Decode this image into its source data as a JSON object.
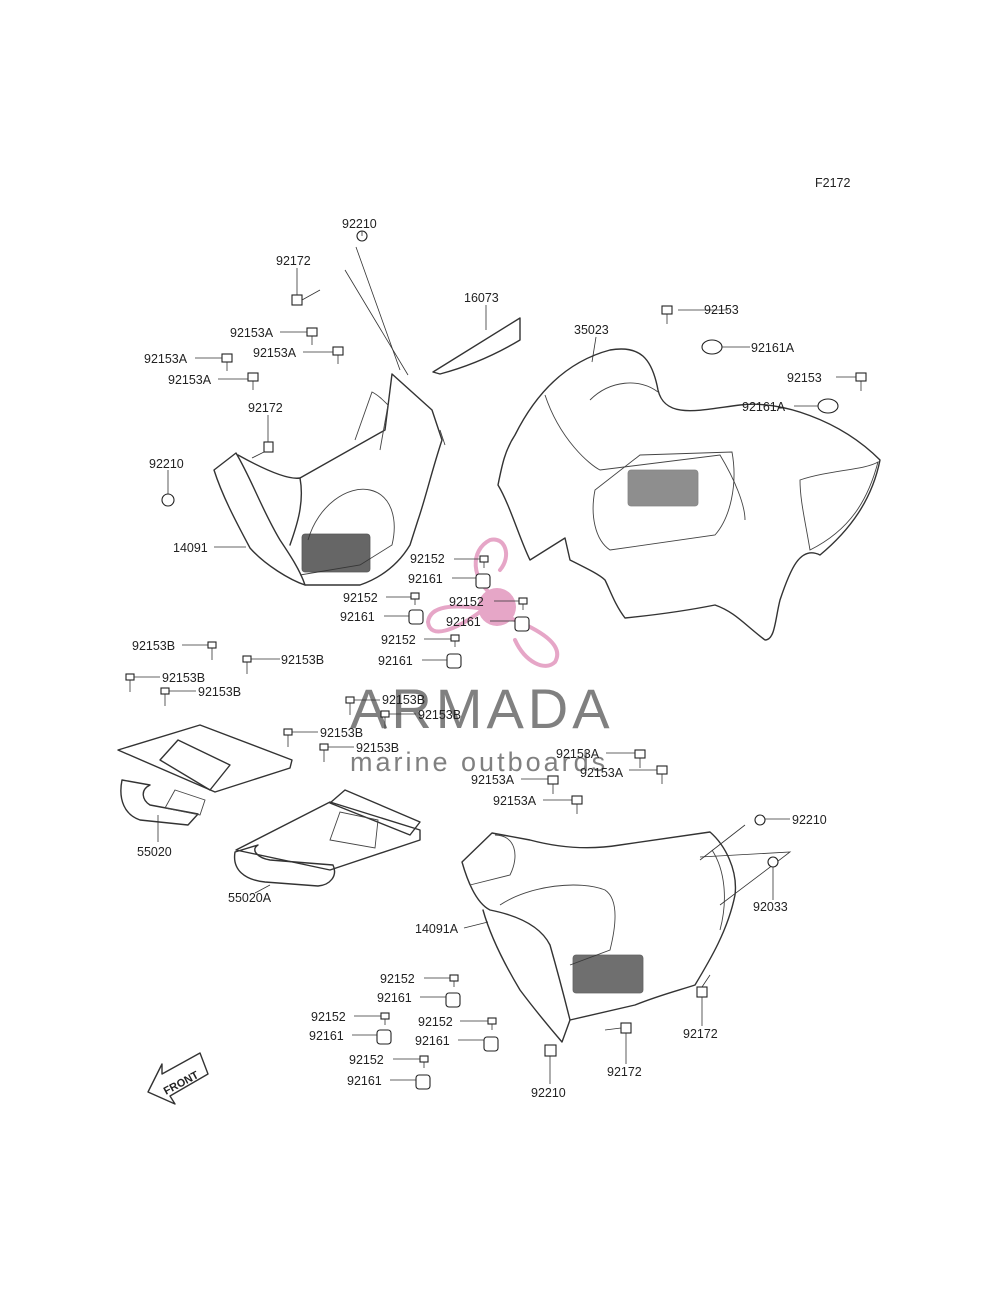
{
  "figure_code": "F2172",
  "watermark": {
    "brand": "ARMADA",
    "tagline": "marine outboards",
    "logo_color": "#e6a6c7",
    "text_color": "#808080"
  },
  "front_arrow": {
    "label": "FRONT"
  },
  "callouts": {
    "p01": "92210",
    "p02": "92172",
    "p03": "16073",
    "p04": "92153",
    "p05": "35023",
    "p06": "92161A",
    "p07": "92153A",
    "p08": "92153A",
    "p09": "92153A",
    "p10": "92153A",
    "p11": "92153",
    "p12": "92161A",
    "p13": "92172",
    "p14": "92210",
    "p15": "14091",
    "p16": "92152",
    "p17": "92161",
    "p18": "92152",
    "p19": "92152",
    "p20": "92161",
    "p21": "92161",
    "p22": "92152",
    "p23": "92161",
    "p24": "92153B",
    "p25": "92153B",
    "p26": "92153B",
    "p27": "92153B",
    "p28": "92153B",
    "p29": "92153B",
    "p30": "92153B",
    "p31": "92153B",
    "p32": "92153A",
    "p33": "92153A",
    "p34": "92153A",
    "p35": "92153A",
    "p36": "55020",
    "p37": "92210",
    "p38": "55020A",
    "p39": "92033",
    "p40": "14091A",
    "p41": "92152",
    "p42": "92161",
    "p43": "92152",
    "p44": "92152",
    "p45": "92161",
    "p46": "92161",
    "p47": "92152",
    "p48": "92172",
    "p49": "92161",
    "p50": "92172",
    "p51": "92210"
  }
}
